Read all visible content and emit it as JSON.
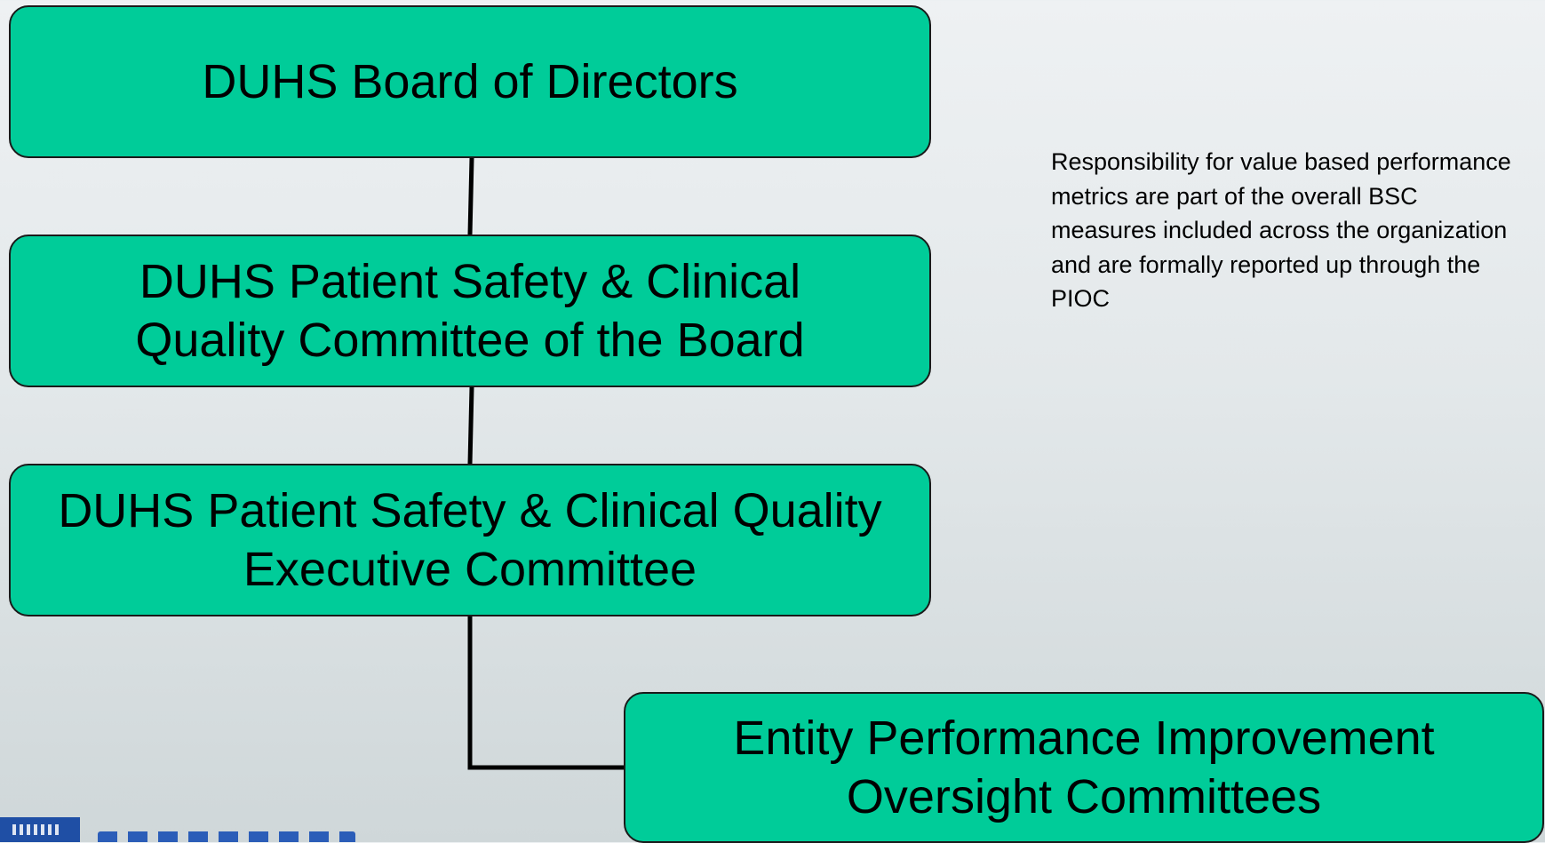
{
  "diagram": {
    "boxes": {
      "board": "DUHS Board of Directors",
      "psq_board_line1": "DUHS Patient Safety & Clinical",
      "psq_board_line2": "Quality Committee of the Board",
      "psq_exec_line1": "DUHS Patient Safety & Clinical Quality",
      "psq_exec_line2": "Executive Committee",
      "entity_line1": "Entity Performance Improvement",
      "entity_line2": "Oversight Committees"
    },
    "note": "Responsibility for value based performance metrics are part of the overall BSC measures included across the organization and are formally reported up through the PIOC"
  },
  "colors": {
    "box_fill": "#00cc99",
    "box_border": "#1a1a1a",
    "connector": "#000000",
    "logo": "#1f4fa5"
  },
  "logo": {
    "icon_name": "duke-medicine-logo"
  }
}
